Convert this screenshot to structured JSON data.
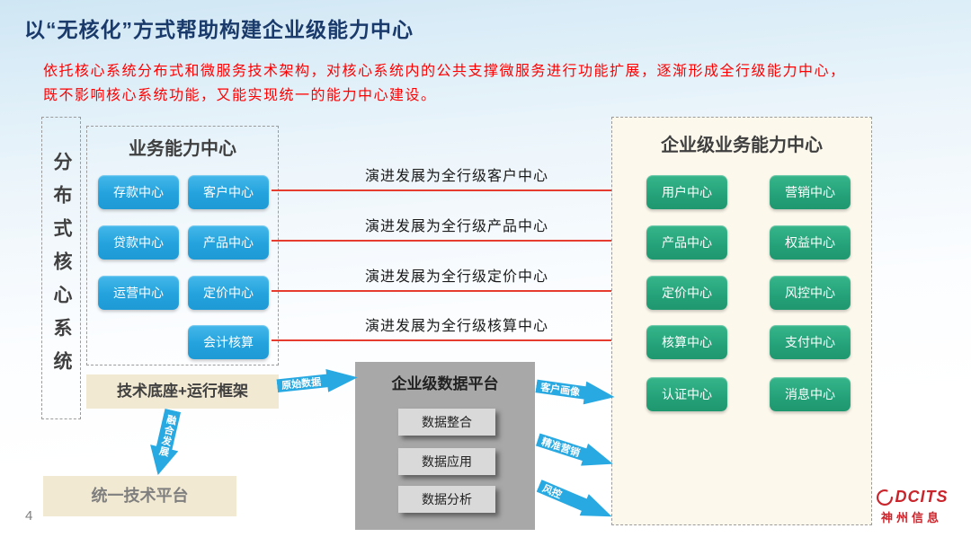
{
  "slide": {
    "page_number": "4",
    "title": "以“无核化”方式帮助构建企业级能力中心",
    "subtitle_line1": "依托核心系统分布式和微服务技术架构，对核心系统内的公共支撑微服务进行功能扩展，逐渐形成全行级能力中心，",
    "subtitle_line2": "既不影响核心系统功能，又能实现统一的能力中心建设。"
  },
  "left_panel": {
    "vertical_label": "分布式核心系统",
    "business_center": {
      "title": "业务能力中心",
      "buttons": [
        "存款中心",
        "客户中心",
        "贷款中心",
        "产品中心",
        "运营中心",
        "定价中心",
        "会计核算"
      ]
    },
    "tech_base_label": "技术底座+运行框架",
    "unified_platform_label": "统一技术平台"
  },
  "evolution_arrows": [
    "演进发展为全行级客户中心",
    "演进发展为全行级产品中心",
    "演进发展为全行级定价中心",
    "演进发展为全行级核算中心"
  ],
  "right_panel": {
    "title": "企业级业务能力中心",
    "buttons": [
      "用户中心",
      "营销中心",
      "产品中心",
      "权益中心",
      "定价中心",
      "风控中心",
      "核算中心",
      "支付中心",
      "认证中心",
      "消息中心"
    ]
  },
  "data_platform": {
    "title": "企业级数据平台",
    "items": [
      "数据整合",
      "数据应用",
      "数据分析"
    ]
  },
  "flow_arrows": {
    "raw_data": "原始数据",
    "fusion": "融合发展",
    "outputs": [
      "客户画像",
      "精准营销",
      "风控"
    ]
  },
  "logo": {
    "brand": "DCITS",
    "company": "神州信息"
  },
  "colors": {
    "title": "#1a3a6b",
    "subtitle": "#ff0000",
    "blue_chip": "#29a9e1",
    "green_chip": "#24a178",
    "tan_box": "#f2e9d2",
    "gray_panel": "#a8a8a8",
    "red_arrow": "#e63c2f",
    "blue_arrow": "#29a9e1",
    "logo_red": "#c9252c"
  }
}
